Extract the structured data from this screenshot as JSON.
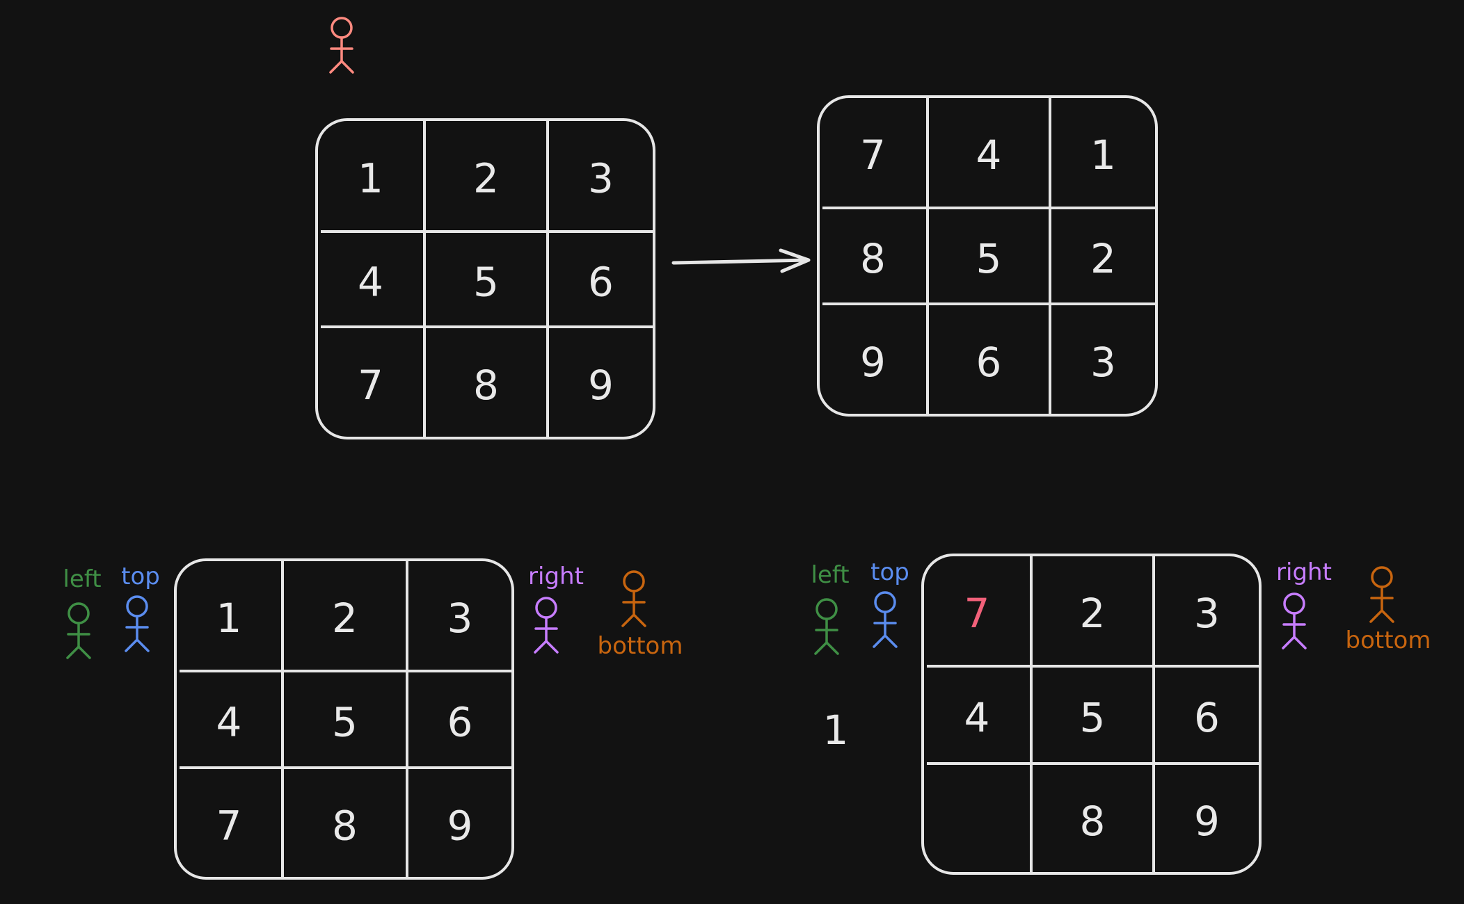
{
  "colors": {
    "background": "#121212",
    "stroke": "#e6e6e6",
    "pointer": "#ff8a80",
    "left": "#3f8f45",
    "top": "#5b8def",
    "right": "#c77dff",
    "bottom": "#c8650f",
    "highlight": "#f2617a"
  },
  "grids": {
    "original": {
      "cells": [
        "1",
        "2",
        "3",
        "4",
        "5",
        "6",
        "7",
        "8",
        "9"
      ]
    },
    "rotated": {
      "cells": [
        "7",
        "4",
        "1",
        "8",
        "5",
        "2",
        "9",
        "6",
        "3"
      ]
    },
    "pointers_start": {
      "cells": [
        "1",
        "2",
        "3",
        "4",
        "5",
        "6",
        "7",
        "8",
        "9"
      ]
    },
    "pointers_step": {
      "cells": [
        "7",
        "2",
        "3",
        "4",
        "5",
        "6",
        "",
        "8",
        "9"
      ]
    }
  },
  "arrow": {
    "icon": "right-arrow-icon"
  },
  "pointer_figure": {
    "icon": "stick-figure-icon"
  },
  "pointer_labels": {
    "left": "left",
    "top": "top",
    "right": "right",
    "bottom": "bottom"
  },
  "temp_value": "1"
}
